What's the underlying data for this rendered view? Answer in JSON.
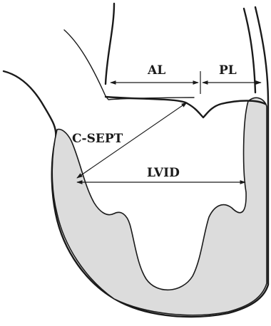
{
  "labels": {
    "al": "AL",
    "pl": "PL",
    "c_sept": "C-SEPT",
    "lvid": "LVID"
  },
  "colors": {
    "stroke": "#1a1a1a",
    "wall_fill": "#dcdcdc",
    "background": "#ffffff"
  }
}
